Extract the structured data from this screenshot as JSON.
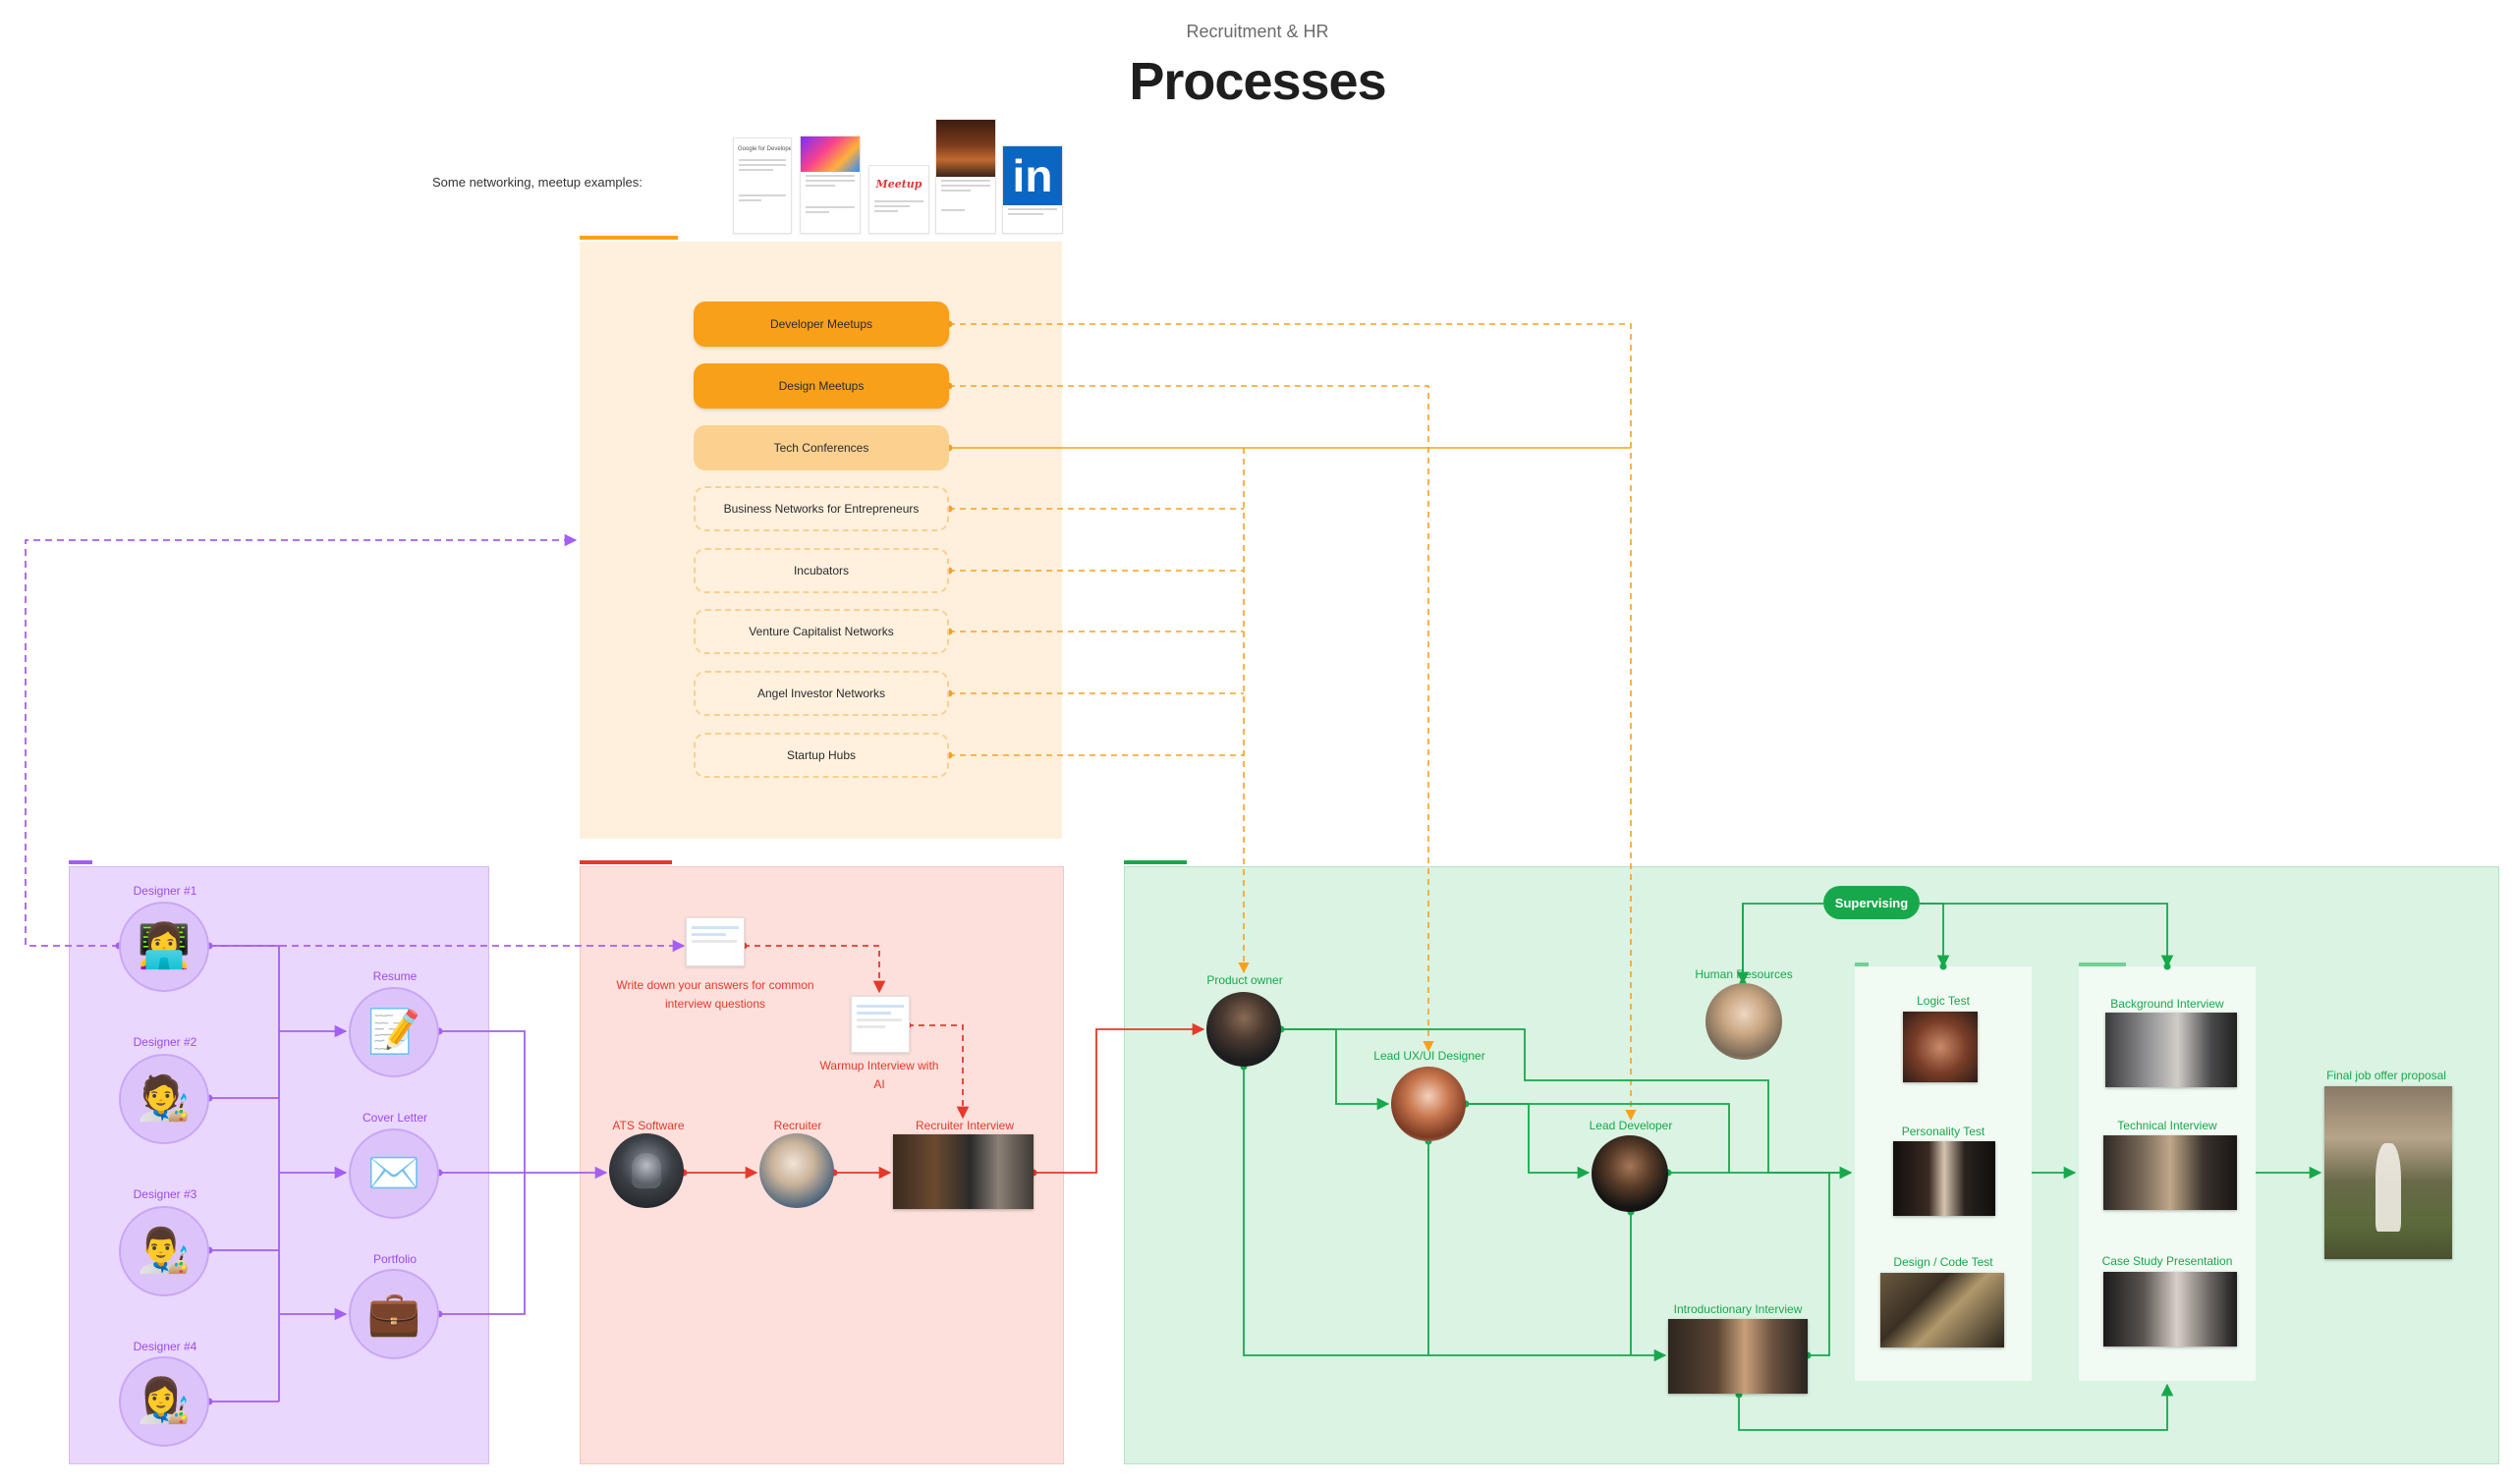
{
  "header": {
    "subtitle": "Recruitment & HR",
    "title": "Processes"
  },
  "networking": {
    "label": "Some networking, meetup examples:",
    "examples": [
      {
        "caption": "Google for Developers",
        "icon": "google-for-developers-page"
      },
      {
        "caption": "",
        "icon": "colorful-event-page"
      },
      {
        "caption": "",
        "icon": "meetup-logo-page"
      },
      {
        "caption": "",
        "icon": "group-photo-page"
      },
      {
        "caption": "in",
        "icon": "linkedin-page"
      }
    ]
  },
  "events": [
    {
      "label": "Developer Meetups",
      "style": "strong"
    },
    {
      "label": "Design Meetups",
      "style": "strong"
    },
    {
      "label": "Tech Conferences",
      "style": "mid"
    },
    {
      "label": "Business Networks for Entrepreneurs",
      "style": "outline"
    },
    {
      "label": "Incubators",
      "style": "outline"
    },
    {
      "label": "Venture Capitalist Networks",
      "style": "outline"
    },
    {
      "label": "Angel Investor Networks",
      "style": "outline"
    },
    {
      "label": "Startup Hubs",
      "style": "outline"
    }
  ],
  "candidates": {
    "designers": [
      {
        "label": "Designer #1",
        "icon": "woman-technologist-emoji"
      },
      {
        "label": "Designer #2",
        "icon": "person-artist-emoji"
      },
      {
        "label": "Designer #3",
        "icon": "man-artist-emoji"
      },
      {
        "label": "Designer #4",
        "icon": "woman-artist-emoji"
      }
    ],
    "documents": [
      {
        "label": "Resume",
        "icon": "memo-emoji",
        "glyph": "📝"
      },
      {
        "label": "Cover Letter",
        "icon": "envelope-emoji",
        "glyph": "✉️"
      },
      {
        "label": "Portfolio",
        "icon": "briefcase-emoji",
        "glyph": "💼"
      }
    ]
  },
  "screening": {
    "prep_note": "Write down your answers for common interview questions",
    "warmup": "Warmup Interview with AI",
    "ats": "ATS Software",
    "recruiter": "Recruiter",
    "recruiter_interview": "Recruiter Interview"
  },
  "hiring": {
    "supervising": "Supervising",
    "product_owner": "Product owner",
    "lead_ux": "Lead UX/UI Designer",
    "lead_dev": "Lead Developer",
    "hr": "Human Resources",
    "intro_interview": "Introductionary Interview",
    "tests": [
      "Logic Test",
      "Personality Test",
      "Design / Code Test"
    ],
    "interviews": [
      "Background Interview",
      "Technical Interview",
      "Case Study Presentation"
    ],
    "final": "Final job offer proposal"
  },
  "colors": {
    "orange": "#f9a01b",
    "orange_zone": "#fef0dd",
    "purple": "#9a4bf0",
    "purple_zone": "#ead7fd",
    "red": "#e5392b",
    "red_zone": "#fde0dc",
    "green": "#17a84c",
    "green_zone": "#dbf3e3"
  }
}
